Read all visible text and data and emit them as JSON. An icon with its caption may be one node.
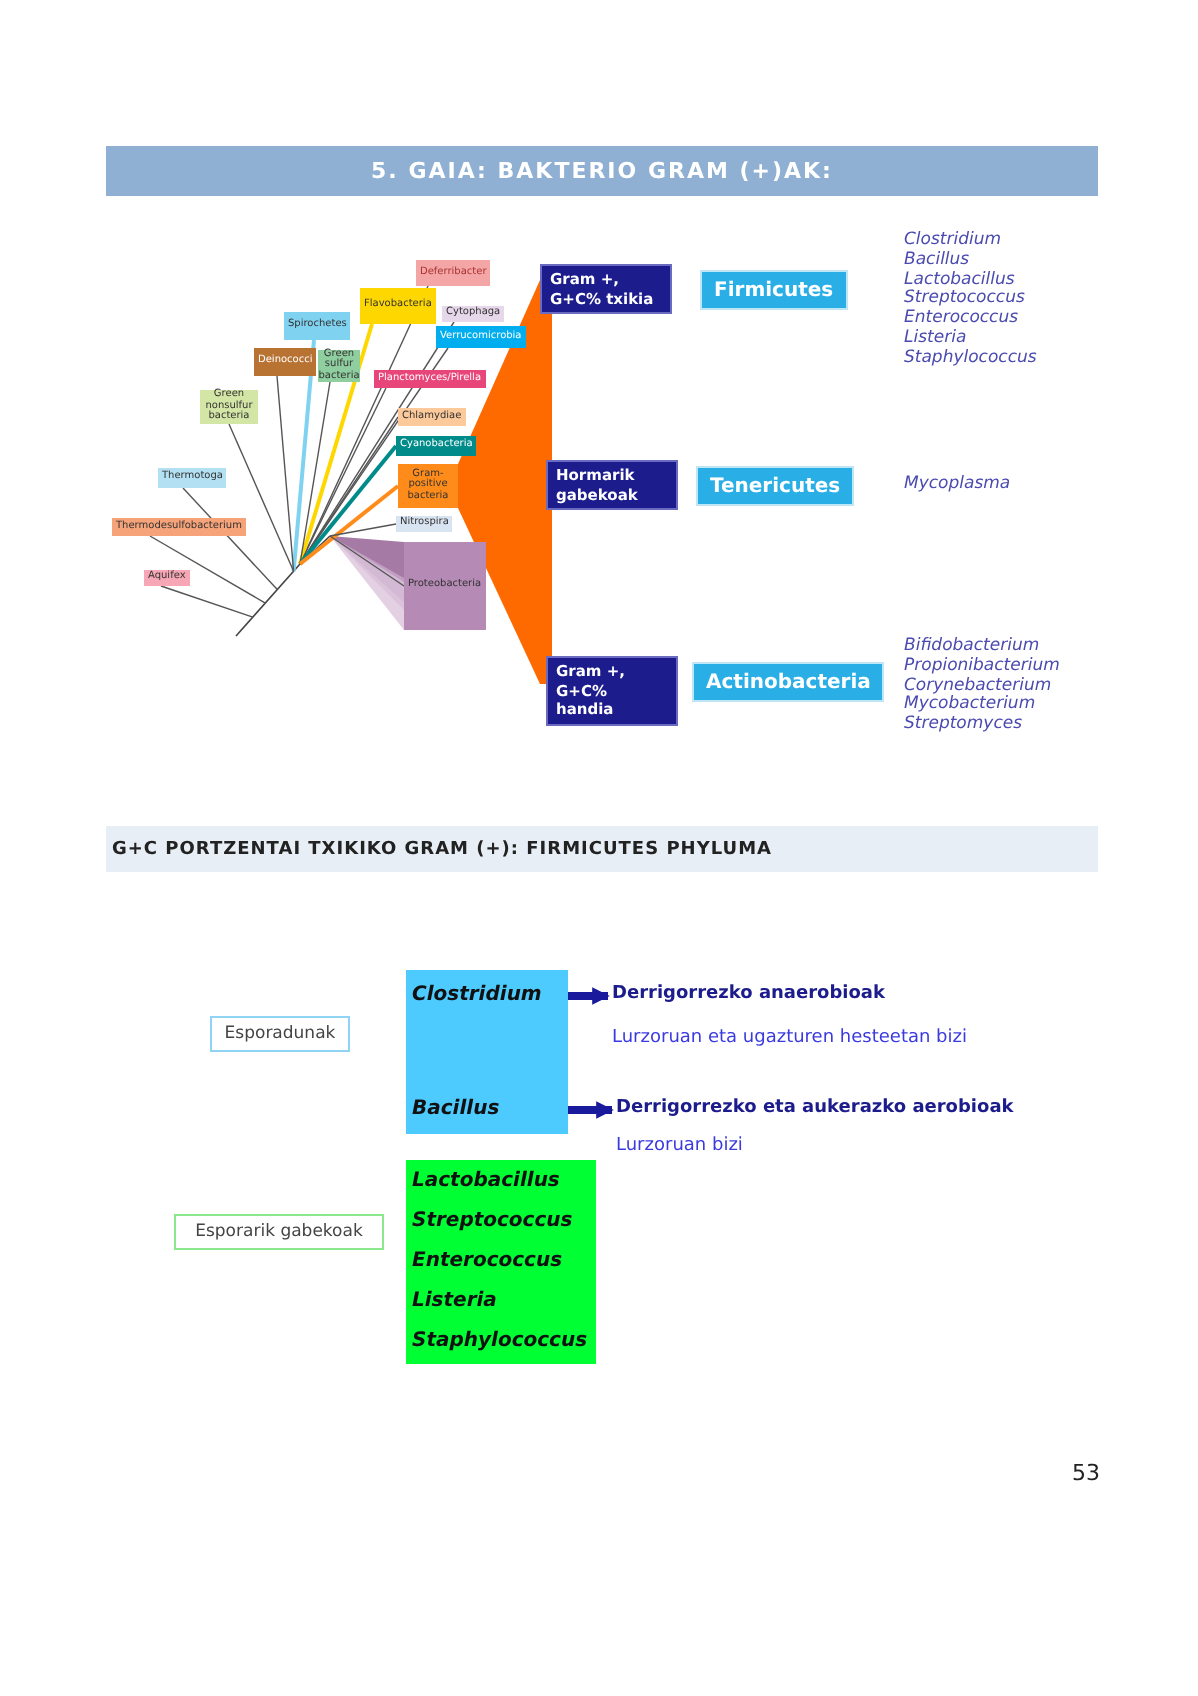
{
  "diagram": {
    "title": "5. GAIA: BAKTERIO GRAM (+)AK:",
    "nodes": [
      {
        "text": [
          "Deferribacter"
        ]
      },
      {
        "text": [
          "Flavobacteria"
        ]
      },
      {
        "text": [
          "Cytophaga"
        ]
      },
      {
        "text": [
          "Spirochetes"
        ]
      },
      {
        "text": [
          "Verrucomicrobia"
        ]
      },
      {
        "text": [
          "Deinococci"
        ]
      },
      {
        "text": [
          "Green sulfur bacteria"
        ]
      },
      {
        "text": [
          "Planctomyces/Pirella"
        ]
      },
      {
        "text": [
          "Green nonsulfur bacteria"
        ]
      },
      {
        "text": [
          "Chlamydiae"
        ]
      },
      {
        "text": [
          "Cyanobacteria"
        ]
      },
      {
        "text": [
          "Gram-positive bacteria"
        ]
      },
      {
        "text": [
          "Thermotoga"
        ]
      },
      {
        "text": [
          "Nitrospira"
        ]
      },
      {
        "text": [
          "Thermodesulfobacterium"
        ]
      },
      {
        "text": [
          "Proteobacteria"
        ]
      },
      {
        "text": [
          "Aquifex"
        ]
      },
      {
        "text": [
          "Gram +, G+C% txikia"
        ]
      },
      {
        "text": [
          "Firmicutes"
        ],
        "beside": [
          "Clostridium",
          "Bacillus",
          "Lactobacillus",
          "Streptococcus",
          "Enterococcus",
          "Listeria",
          "Staphylococcus"
        ]
      },
      {
        "text": [
          "Hormarik gabekoak"
        ]
      },
      {
        "text": [
          "Tenericutes"
        ],
        "beside": [
          "Mycoplasma"
        ]
      },
      {
        "text": [
          "Gram +, G+C% handia"
        ]
      },
      {
        "text": [
          "Actinobacteria"
        ],
        "beside": [
          "Bifidobacterium",
          "Propionibacterium",
          "Corynebacterium",
          "Mycobacterium",
          "Streptomyces"
        ]
      },
      {
        "text": [
          "Esporadunak"
        ]
      },
      {
        "text": [
          "Clostridium",
          "Bacillus"
        ]
      },
      {
        "text": [
          "Derrigorrezko anaerobioak"
        ],
        "beside": [
          "Lurzoruan eta ugazturen hesteetan bizi"
        ]
      },
      {
        "text": [
          "Derrigorrezko eta aukerazko aerobioak"
        ],
        "beside": [
          "Lurzoruan bizi"
        ]
      },
      {
        "text": [
          "Esporarik gabekoak"
        ]
      },
      {
        "text": [
          "Lactobacillus",
          "Streptococcus",
          "Enterococcus",
          "Listeria",
          "Staphylococcus"
        ]
      }
    ],
    "edges": [
      {
        "from": 24,
        "to": 25,
        "arrow": "to"
      },
      {
        "from": 24,
        "to": 26,
        "arrow": "to"
      }
    ],
    "labels": [
      "G+C PORTZENTAI TXIKIKO GRAM (+): FIRMICUTES PHYLUMA",
      "53"
    ]
  }
}
